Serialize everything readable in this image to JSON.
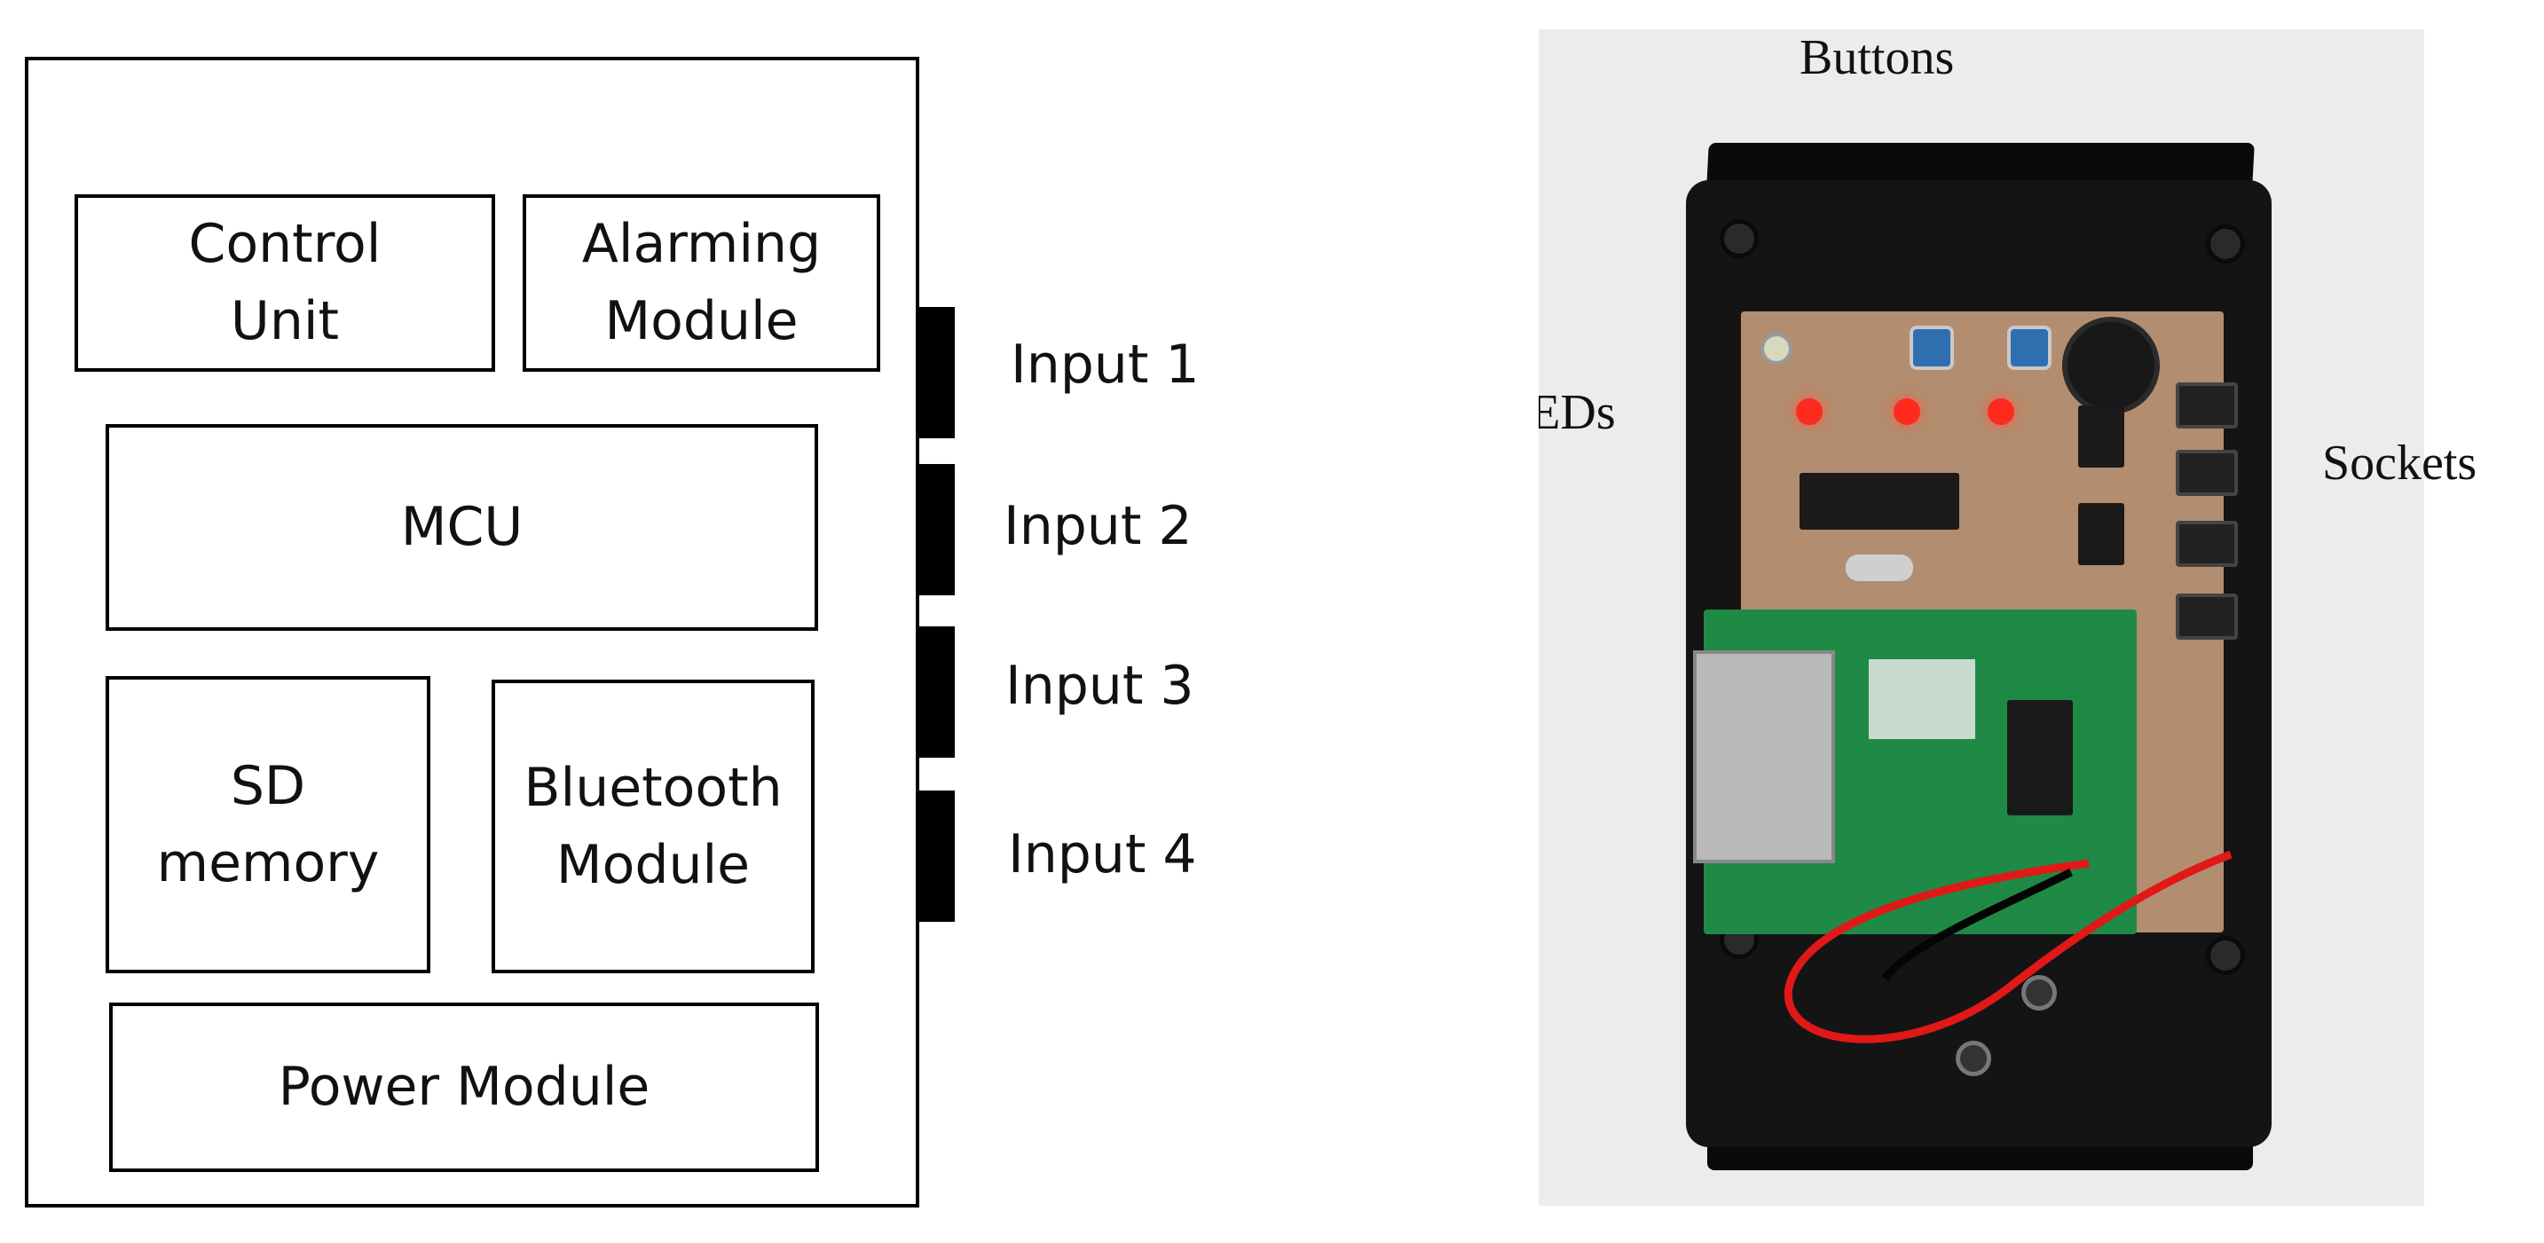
{
  "block_diagram": {
    "modules": {
      "control_unit": "Control\nUnit",
      "alarming_module": "Alarming\nModule",
      "mcu": "MCU",
      "sd_memory": "SD\nmemory",
      "bluetooth_module": "Bluetooth\nModule",
      "power_module": "Power Module"
    },
    "inputs": [
      "Input 1",
      "Input 2",
      "Input 3",
      "Input 4"
    ]
  },
  "photo": {
    "labels": {
      "buttons": "Buttons",
      "leds": "LEDs",
      "sockets": "Sockets"
    }
  }
}
